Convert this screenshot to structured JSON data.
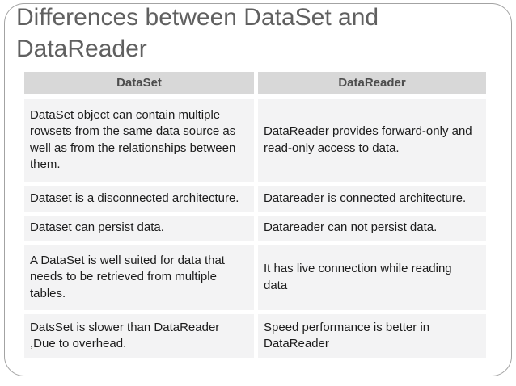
{
  "title": "Differences between DataSet and\nDataReader",
  "table": {
    "headers": [
      "DataSet",
      "DataReader"
    ],
    "rows": [
      {
        "left": "DataSet object can contain multiple\nrowsets from the same data source as\nwell as from the relationships between\nthem.",
        "right": "DataReader provides forward-only and\nread-only access to data."
      },
      {
        "left": "Dataset is a disconnected architecture.",
        "right": "Datareader is connected architecture."
      },
      {
        "left": "Dataset can persist data.",
        "right": "Datareader can not persist data."
      },
      {
        "left": "A DataSet is well suited for data that\nneeds to be retrieved from multiple\ntables.",
        "right": "It has live connection while reading\ndata"
      },
      {
        "left": "DatsSet is slower than DataReader\n,Due to overhead.",
        "right": "Speed performance is better in\nDataReader"
      }
    ]
  },
  "colors": {
    "header_bg": "#d8d8d8",
    "header_text": "#4d4d4d",
    "cell_bg": "#f3f3f4",
    "body_text": "#1c1c1c",
    "title_color": "#606060",
    "border_color": "#a3a3a3"
  }
}
